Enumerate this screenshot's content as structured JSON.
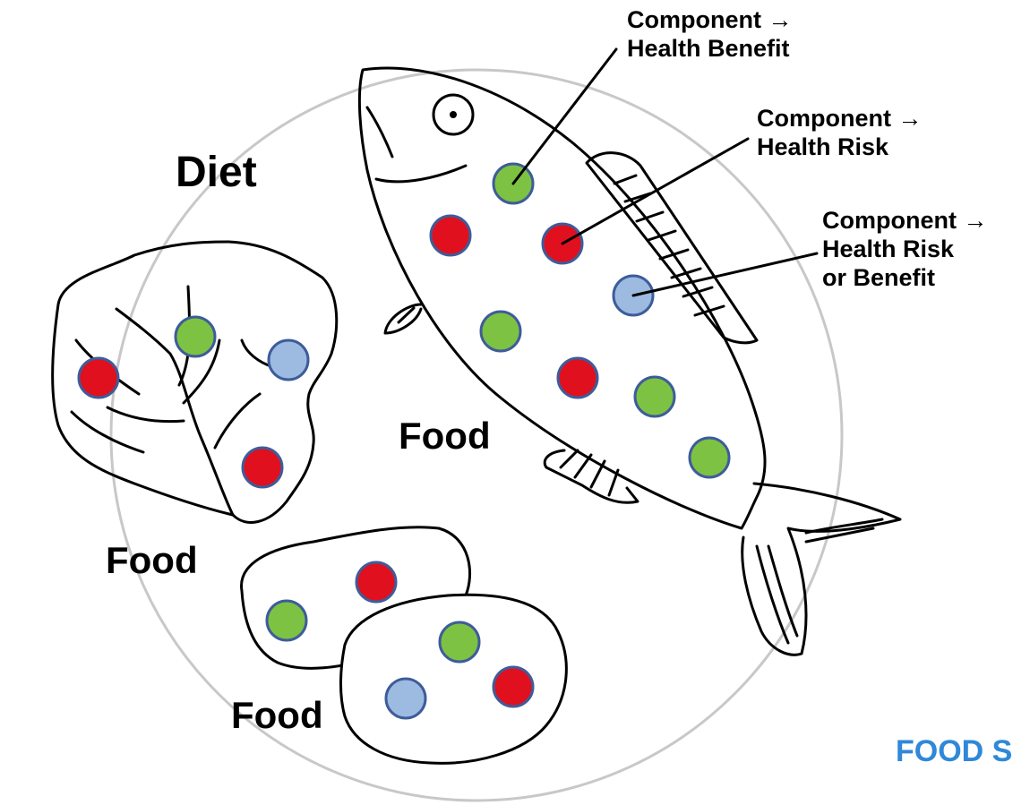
{
  "diagram": {
    "title": "Diet",
    "food_labels": [
      "Food",
      "Food",
      "Food"
    ],
    "annotations": [
      {
        "line1": "Component →",
        "line2": "Health Benefit",
        "line3": ""
      },
      {
        "line1": "Component →",
        "line2": "Health Risk",
        "line3": ""
      },
      {
        "line1": "Component →",
        "line2": "Health Risk",
        "line3": "or Benefit"
      }
    ],
    "watermark": "FOOD S"
  },
  "legend_colors": {
    "benefit": "#7DC242",
    "risk": "#E0101E",
    "risk_or_benefit": "#9DBBE0",
    "dot_border": "#3E5C9A",
    "outline": "#000000",
    "plate": "#C8C8C8",
    "watermark": "#2F88D8"
  }
}
